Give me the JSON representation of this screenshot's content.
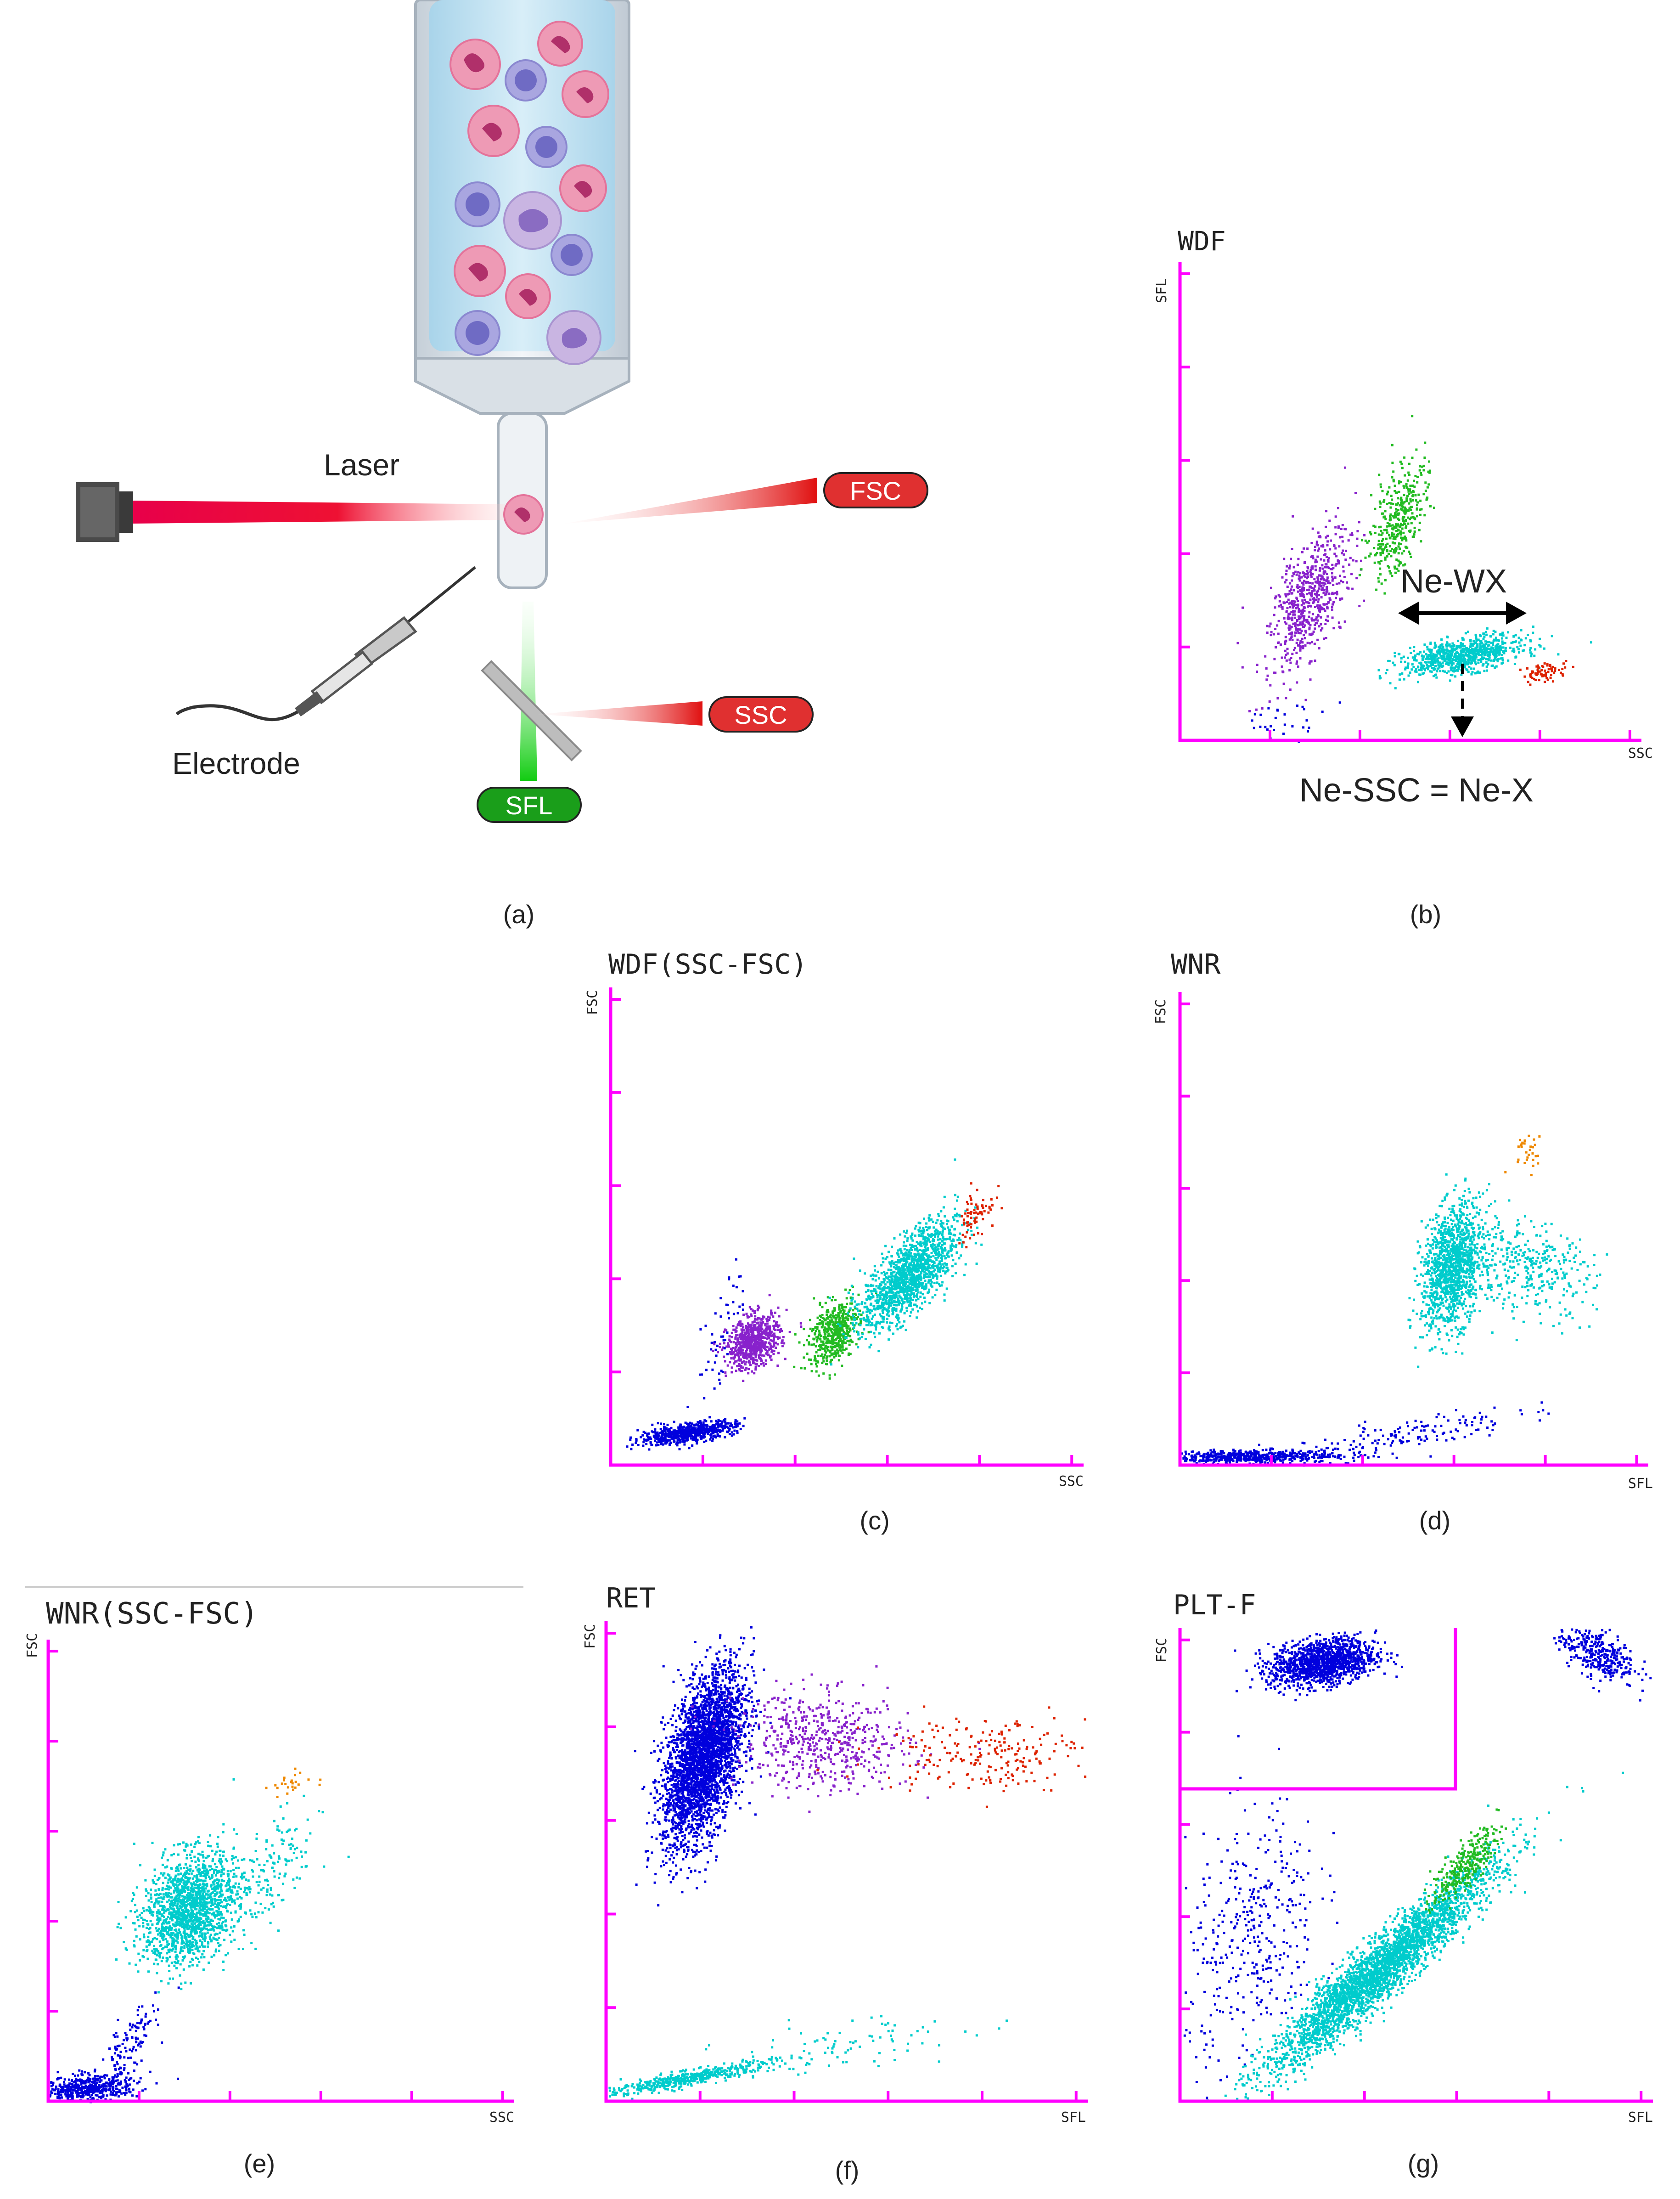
{
  "colors": {
    "axis": "#ff00ff",
    "neutrophil": "#00cccc",
    "lymphocyte": "#0000dd",
    "monocyte": "#22bb22",
    "eosinophil": "#dd2200",
    "basophil": "#ee8800",
    "purple_population": "#8822cc",
    "laser": "#e8004a",
    "fsc_ssc_pill": "#e03030",
    "sfl_pill": "#1a9e1a"
  },
  "diagram": {
    "laser_label": "Laser",
    "electrode_label": "Electrode",
    "fsc_label": "FSC",
    "ssc_label": "SSC",
    "sfl_label": "SFL",
    "icons": [
      "laser-source-icon",
      "flow-cell-icon",
      "electrode-probe-icon",
      "dichroic-mirror-icon",
      "blood-cell-icon"
    ]
  },
  "panel_labels": {
    "a": "(a)",
    "b": "(b)",
    "c": "(c)",
    "d": "(d)",
    "e": "(e)",
    "f": "(f)",
    "g": "(g)"
  },
  "chart_data": [
    {
      "id": "b",
      "type": "scatter",
      "title": "WDF",
      "xlabel": "SSC",
      "ylabel": "SFL",
      "xlim": [
        0,
        1
      ],
      "ylim": [
        0,
        1
      ],
      "annotations": [
        "Ne-WX",
        "Ne-SSC = Ne-X"
      ],
      "clusters": [
        {
          "color": "purple_population",
          "x": 0.28,
          "y": 0.3,
          "sx": 0.045,
          "sy": 0.075,
          "rho": 0.6,
          "n": 650
        },
        {
          "color": "monocyte",
          "x": 0.47,
          "y": 0.46,
          "sx": 0.03,
          "sy": 0.06,
          "rho": 0.5,
          "n": 380
        },
        {
          "color": "neutrophil",
          "x": 0.61,
          "y": 0.18,
          "sx": 0.065,
          "sy": 0.02,
          "rho": 0.5,
          "n": 800
        },
        {
          "color": "eosinophil",
          "x": 0.79,
          "y": 0.145,
          "sx": 0.025,
          "sy": 0.01,
          "rho": 0.3,
          "n": 70
        },
        {
          "color": "lymphocyte",
          "x": 0.22,
          "y": 0.04,
          "sx": 0.05,
          "sy": 0.02,
          "rho": 0.3,
          "n": 30
        }
      ]
    },
    {
      "id": "c",
      "type": "scatter",
      "title": "WDF(SSC-FSC)",
      "xlabel": "SSC",
      "ylabel": "FSC",
      "xlim": [
        0,
        1
      ],
      "ylim": [
        0,
        1
      ],
      "clusters": [
        {
          "color": "lymphocyte",
          "x": 0.16,
          "y": 0.07,
          "sx": 0.05,
          "sy": 0.012,
          "rho": 0.6,
          "n": 650
        },
        {
          "color": "purple_population",
          "x": 0.3,
          "y": 0.26,
          "sx": 0.028,
          "sy": 0.028,
          "rho": 0.3,
          "n": 700
        },
        {
          "color": "monocyte",
          "x": 0.47,
          "y": 0.28,
          "sx": 0.027,
          "sy": 0.034,
          "rho": 0.4,
          "n": 500
        },
        {
          "color": "neutrophil",
          "x": 0.63,
          "y": 0.4,
          "sx": 0.05,
          "sy": 0.055,
          "rho": 0.7,
          "n": 1400
        },
        {
          "color": "eosinophil",
          "x": 0.77,
          "y": 0.53,
          "sx": 0.02,
          "sy": 0.03,
          "rho": 0.4,
          "n": 70
        },
        {
          "color": "lymphocyte",
          "x": 0.23,
          "y": 0.27,
          "sx": 0.03,
          "sy": 0.09,
          "rho": 0.8,
          "n": 55
        }
      ]
    },
    {
      "id": "d",
      "type": "scatter",
      "title": "WNR",
      "xlabel": "SFL",
      "ylabel": "FSC",
      "xlim": [
        0,
        1
      ],
      "ylim": [
        0,
        1
      ],
      "clusters": [
        {
          "color": "lymphocyte",
          "x": 0.13,
          "y": 0.02,
          "sx": 0.1,
          "sy": 0.007,
          "rho": 0.2,
          "n": 550
        },
        {
          "color": "lymphocyte",
          "x": 0.45,
          "y": 0.06,
          "sx": 0.13,
          "sy": 0.03,
          "rho": 0.8,
          "n": 170
        },
        {
          "color": "neutrophil",
          "x": 0.58,
          "y": 0.42,
          "sx": 0.033,
          "sy": 0.065,
          "rho": 0.3,
          "n": 1300
        },
        {
          "color": "neutrophil",
          "x": 0.74,
          "y": 0.42,
          "sx": 0.07,
          "sy": 0.05,
          "rho": -0.3,
          "n": 350
        },
        {
          "color": "basophil",
          "x": 0.74,
          "y": 0.67,
          "sx": 0.02,
          "sy": 0.022,
          "rho": 0.2,
          "n": 30
        }
      ]
    },
    {
      "id": "e",
      "type": "scatter",
      "title": "WNR(SSC-FSC)",
      "xlabel": "SSC",
      "ylabel": "FSC",
      "xlim": [
        0,
        1
      ],
      "ylim": [
        0,
        1
      ],
      "clusters": [
        {
          "color": "lymphocyte",
          "x": 0.08,
          "y": 0.03,
          "sx": 0.055,
          "sy": 0.015,
          "rho": 0.3,
          "n": 500
        },
        {
          "color": "lymphocyte",
          "x": 0.17,
          "y": 0.12,
          "sx": 0.03,
          "sy": 0.05,
          "rho": 0.7,
          "n": 120
        },
        {
          "color": "neutrophil",
          "x": 0.3,
          "y": 0.42,
          "sx": 0.05,
          "sy": 0.06,
          "rho": 0.3,
          "n": 1600
        },
        {
          "color": "neutrophil",
          "x": 0.46,
          "y": 0.48,
          "sx": 0.06,
          "sy": 0.07,
          "rho": 0.6,
          "n": 180
        },
        {
          "color": "basophil",
          "x": 0.51,
          "y": 0.69,
          "sx": 0.025,
          "sy": 0.015,
          "rho": 0.3,
          "n": 25
        }
      ]
    },
    {
      "id": "f",
      "type": "scatter",
      "title": "RET",
      "xlabel": "SFL",
      "ylabel": "FSC",
      "xlim": [
        0,
        1
      ],
      "ylim": [
        0,
        1
      ],
      "clusters": [
        {
          "color": "lymphocyte",
          "x": 0.2,
          "y": 0.72,
          "sx": 0.042,
          "sy": 0.09,
          "rho": 0.5,
          "n": 3200
        },
        {
          "color": "purple_population",
          "x": 0.45,
          "y": 0.75,
          "sx": 0.09,
          "sy": 0.05,
          "rho": -0.1,
          "n": 550
        },
        {
          "color": "eosinophil",
          "x": 0.78,
          "y": 0.73,
          "sx": 0.11,
          "sy": 0.04,
          "rho": 0,
          "n": 220
        },
        {
          "color": "neutrophil",
          "x": 0.17,
          "y": 0.05,
          "sx": 0.09,
          "sy": 0.018,
          "rho": 0.9,
          "n": 500
        },
        {
          "color": "neutrophil",
          "x": 0.5,
          "y": 0.12,
          "sx": 0.12,
          "sy": 0.03,
          "rho": 0.5,
          "n": 80
        }
      ]
    },
    {
      "id": "g",
      "type": "scatter",
      "title": "PLT-F",
      "xlabel": "SFL",
      "ylabel": "FSC",
      "xlim": [
        0,
        1
      ],
      "ylim": [
        0,
        1
      ],
      "clusters": [
        {
          "color": "lymphocyte",
          "x": 0.3,
          "y": 0.93,
          "sx": 0.055,
          "sy": 0.025,
          "rho": 0.3,
          "n": 1300
        },
        {
          "color": "lymphocyte",
          "x": 0.88,
          "y": 0.95,
          "sx": 0.04,
          "sy": 0.03,
          "rho": -0.5,
          "n": 350
        },
        {
          "color": "lymphocyte",
          "x": 0.15,
          "y": 0.35,
          "sx": 0.07,
          "sy": 0.14,
          "rho": 0.3,
          "n": 380
        },
        {
          "color": "neutrophil",
          "x": 0.42,
          "y": 0.28,
          "sx": 0.12,
          "sy": 0.11,
          "rho": 0.95,
          "n": 3200
        },
        {
          "color": "monocyte",
          "x": 0.6,
          "y": 0.5,
          "sx": 0.035,
          "sy": 0.04,
          "rho": 0.8,
          "n": 280
        }
      ]
    }
  ]
}
